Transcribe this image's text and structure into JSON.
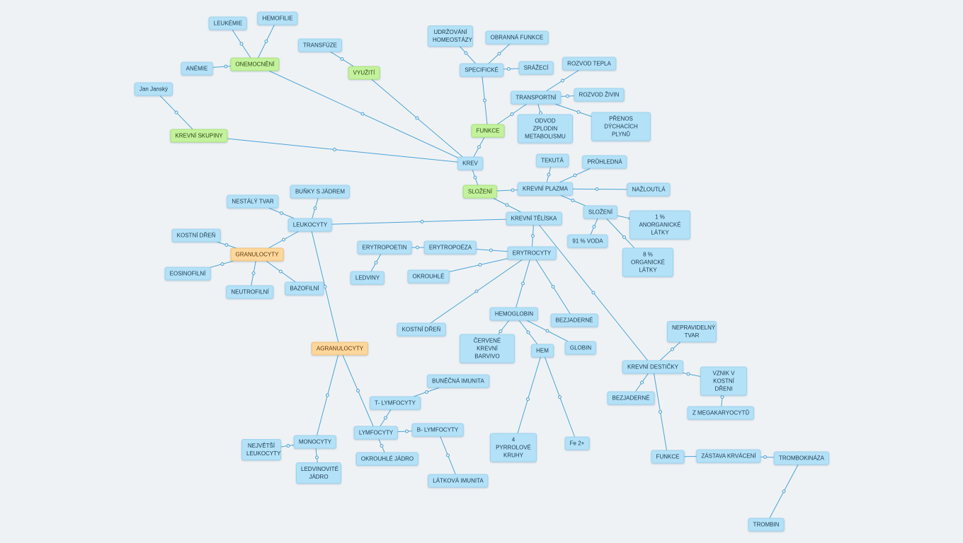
{
  "colors": {
    "background": "#eff2f5",
    "node_blue": "#b3e1f7",
    "node_green": "#c3f29c",
    "node_orange": "#ffd79c",
    "edge": "#4aa3d6"
  },
  "nodes": {
    "krev": "KREV",
    "vyuziti": "VYUŽITÍ",
    "transfuze": "TRANSFÚZE",
    "onemocneni": "ONEMOCNĚNÍ",
    "leukemie": "LEUKÉMIE",
    "hemofilie": "HEMOFILIE",
    "anemie": "ANÉMIE",
    "krevni_skupiny": "KREVNÍ SKUPINY",
    "jan_jansky": "Jan Janský",
    "funkce": "FUNKCE",
    "specificke": "SPECIFICKÉ",
    "udrzovani": "UDRŽOVÁNÍ HOMEOSTÁZY",
    "obranna": "OBRANNÁ FUNKCE",
    "srazeci": "SRÁŽECÍ",
    "transportni": "TRANSPORTNÍ",
    "rozvod_tepla": "ROZVOD TEPLA",
    "rozvod_zivin": "ROZVOD ŽIVIN",
    "odvod": "ODVOD ZPLODIN METABOLISMU",
    "prenos": "PŘENOS DÝCHACÍCH PLYNŮ",
    "slozeni": "SLOŽENÍ",
    "krevni_plazma": "KREVNÍ PLAZMA",
    "tekuta": "TEKUTÁ",
    "pruhledna": "PRŮHLEDNÁ",
    "nazloutla": "NAŽLOUTLÁ",
    "slozeni_plazma": "SLOŽENÍ",
    "anorg": "1 % ANORGANICKÉ LÁTKY",
    "voda": "91 % VODA",
    "org": "8 % ORGANICKÉ LÁTKY",
    "krevni_teliska": "KREVNÍ TĚLÍSKA",
    "leukocyty": "LEUKOCYTY",
    "bunky_jadrem": "BUŇKY S JÁDREM",
    "nestaly_tvar": "NESTÁLÝ TVAR",
    "granulocyty": "GRANULOCYTY",
    "kostni_dren_g": "KOSTNÍ DŘEŇ",
    "eosinofilni": "EOSINOFILNÍ",
    "neutrofilni": "NEUTROFILNÍ",
    "bazofilni": "BAZOFILNÍ",
    "agranulocyty": "AGRANULOCYTY",
    "monocyty": "MONOCYTY",
    "nejvetsi": "NEJVĚTŠÍ LEUKOCYTY",
    "ledvinovite": "LEDVINOVITÉ JÁDRO",
    "lymfocyty": "LYMFOCYTY",
    "t_lymfocyty": "T- LYMFOCYTY",
    "bunecna": "BUNĚČNÁ IMUNITA",
    "b_lymfocyty": "B- LYMFOCYTY",
    "latkova": "LÁTKOVÁ IMUNITA",
    "okrouhle_jadro": "OKROUHLÉ JÁDRO",
    "erytrocyty": "ERYTROCYTY",
    "erytropoeza": "ERYTROPOÉZA",
    "erytropoetin": "ERYTROPOETIN",
    "ledviny": "LEDVINY",
    "okrouhle": "OKROUHLÉ",
    "kostni_dren_e": "KOSTNÍ DŘEŇ",
    "hemoglobin": "HEMOGLOBIN",
    "bezjaderne_e": "BEZJADERNÉ",
    "cervene": "ČERVENÉ KREVNÍ BARVIVO",
    "hem": "HEM",
    "globin": "GLOBIN",
    "pyrrol": "4 PYRROLOVÉ KRUHY",
    "fe": "Fe 2+",
    "krevni_desticky": "KREVNÍ DESTIČKY",
    "nepravidelny": "NEPRAVIDELNÝ TVAR",
    "vznik": "VZNIK V KOSTNÍ DŘENI",
    "megakaryocytu": "Z MEGAKARYOCYTŮ",
    "bezjaderne_d": "BEZJADERNÉ",
    "funkce_d": "FUNKCE",
    "zastava": "ZÁSTAVA KRVÁCENÍ",
    "trombokinaza": "TROMBOKINÁZA",
    "trombin": "TROMBIN"
  }
}
